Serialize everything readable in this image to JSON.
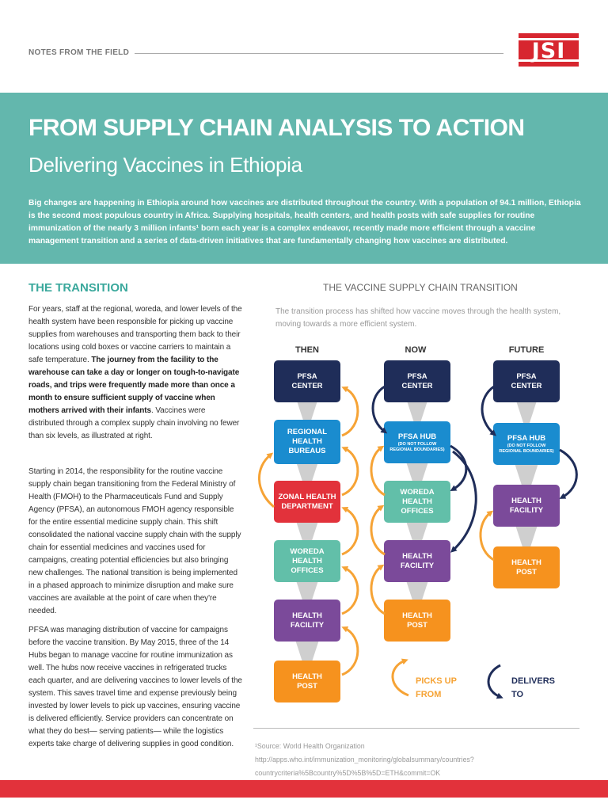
{
  "header": {
    "label": "NOTES FROM THE FIELD",
    "logo_text": "JSI"
  },
  "banner": {
    "title": "FROM SUPPLY CHAIN ANALYSIS TO ACTION",
    "subtitle": "Delivering Vaccines in Ethiopia",
    "intro": "Big changes are happening in Ethiopia around how vaccines are distributed throughout the country. With a population of 94.1 million, Ethiopia is the second most populous country in Africa. Supplying hospitals, health centers, and health posts with safe supplies for routine immunization of the nearly 3 million infants¹ born each year is a complex endeavor, recently made more efficient through a vaccine management transition and a series of data-driven initiatives that are fundamentally changing how vaccines are distributed."
  },
  "article": {
    "heading": "THE TRANSITION",
    "p1_a": "For years, staff at the regional, woreda, and lower levels of the health system have been responsible for picking up vaccine supplies from warehouses and transporting them back to their locations using cold boxes or vaccine carriers to maintain a safe temperature.",
    "p1_bold": "The journey from the facility to the warehouse can take a day or longer on tough-to-navigate roads, and trips were frequently made more than once a month to ensure sufficient supply of vaccine when mothers arrived with their infants",
    "p1_c": ". Vaccines were distributed through a complex supply chain involving no fewer than six levels, as illustrated at right.",
    "p2": "Starting in 2014, the responsibility for the routine vaccine supply chain began transitioning from the Federal Ministry of Health (FMOH) to the Pharmaceuticals Fund and Supply Agency (PFSA), an autonomous FMOH agency responsible for the entire essential medicine supply chain. This shift consolidated the national vaccine supply chain with the supply chain for essential medicines and vaccines used for campaigns, creating potential efficiencies but also bringing new challenges. The national transition is being implemented in a phased approach to minimize disruption and make sure vaccines are available at the point of care when they're needed.",
    "p3": "PFSA was managing distribution of vaccine for campaigns before the vaccine transition. By May 2015, three of the 14 Hubs began to manage vaccine for routine immunization as well. The hubs now receive vaccines in refrigerated trucks each quarter, and are delivering vaccines to lower levels of the system. This saves travel time and expense previously being invested by lower levels to pick up vaccines, ensuring vaccine is delivered efficiently. Service providers can concentrate on what they do best— serving patients— while the logistics experts take charge of delivering supplies in good condition."
  },
  "diagram": {
    "title": "THE VACCINE SUPPLY CHAIN TRANSITION",
    "description": "The transition process has shifted how vaccine moves through the health system, moving towards a more efficient system.",
    "columns": [
      {
        "heading": "THEN",
        "boxes": [
          {
            "line1": "PFSA",
            "line2": "CENTER",
            "line3": ""
          },
          {
            "line1": "REGIONAL",
            "line2": "HEALTH",
            "line3": "BUREAUS"
          },
          {
            "line1": "ZONAL HEALTH",
            "line2": "DEPARTMENT",
            "line3": ""
          },
          {
            "line1": "WOREDA",
            "line2": "HEALTH",
            "line3": "OFFICES"
          },
          {
            "line1": "HEALTH",
            "line2": "FACILITY",
            "line3": ""
          },
          {
            "line1": "HEALTH",
            "line2": "POST",
            "line3": ""
          }
        ]
      },
      {
        "heading": "NOW",
        "boxes": [
          {
            "line1": "PFSA",
            "line2": "CENTER",
            "line3": ""
          },
          {
            "line1": "PFSA HUB",
            "line2": "(DO NOT FOLLOW",
            "line3": "REGIONAL BOUNDARIES)"
          },
          {
            "line1": "WOREDA",
            "line2": "HEALTH",
            "line3": "OFFICES"
          },
          {
            "line1": "HEALTH",
            "line2": "FACILITY",
            "line3": ""
          },
          {
            "line1": "HEALTH",
            "line2": "POST",
            "line3": ""
          }
        ]
      },
      {
        "heading": "FUTURE",
        "boxes": [
          {
            "line1": "PFSA",
            "line2": "CENTER",
            "line3": ""
          },
          {
            "line1": "PFSA HUB",
            "line2": "(DO NOT FOLLOW",
            "line3": "REGIONAL BOUNDARIES)"
          },
          {
            "line1": "HEALTH",
            "line2": "FACILITY",
            "line3": ""
          },
          {
            "line1": "HEALTH",
            "line2": "POST",
            "line3": ""
          }
        ]
      }
    ],
    "legend": {
      "picks_up_1": "PICKS UP",
      "picks_up_2": "FROM",
      "delivers_1": "DELIVERS",
      "delivers_2": "TO"
    },
    "colors": {
      "picks_up": "#f6a335",
      "delivers": "#1f2d59"
    }
  },
  "source": "¹Source: World Health Organization http://apps.who.int/immunization_monitoring/globalsummary/countries?countrycriteria%5Bcountry%5D%5B%5D=ETH&commit=OK"
}
